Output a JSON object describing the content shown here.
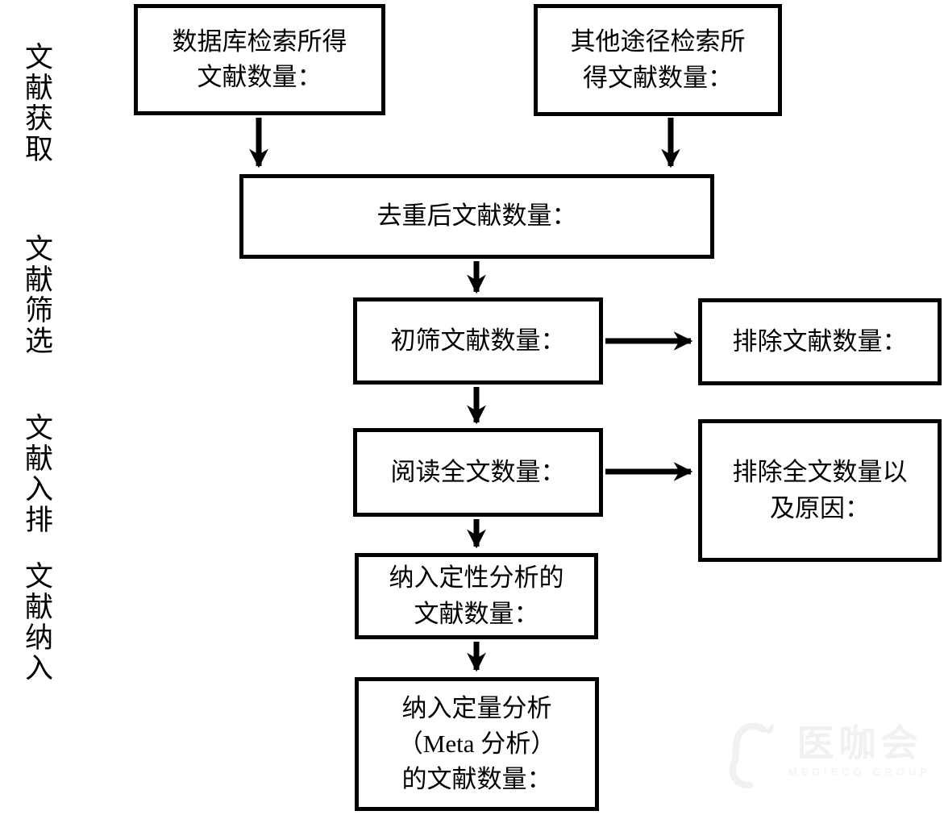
{
  "diagram": {
    "stage_labels": [
      {
        "id": "acquisition",
        "text": "文献获取"
      },
      {
        "id": "screening",
        "text": "文献筛选"
      },
      {
        "id": "eligibility",
        "text": "文献入排"
      },
      {
        "id": "inclusion",
        "text": "文献纳入"
      }
    ],
    "boxes": {
      "database": {
        "label": "数据库检索所得\n文献数量："
      },
      "other_sources": {
        "label": "其他途径检索所\n得文献数量："
      },
      "deduplicated": {
        "label": "去重后文献数量："
      },
      "initial_screen": {
        "label": "初筛文献数量："
      },
      "excluded": {
        "label": "排除文献数量："
      },
      "full_text": {
        "label": "阅读全文数量："
      },
      "full_text_excluded": {
        "label": "排除全文数量以\n及原因："
      },
      "qualitative": {
        "label": "纳入定性分析的\n文献数量："
      },
      "quantitative": {
        "label": "纳入定量分析\n（Meta 分析）\n的文献数量："
      }
    }
  },
  "watermark": {
    "brand": "医咖会",
    "subtext": "MEDIECO GROUP"
  },
  "colors": {
    "stroke": "#000000",
    "text": "#000000",
    "background": "#ffffff",
    "watermark": "#f1f1f1"
  }
}
